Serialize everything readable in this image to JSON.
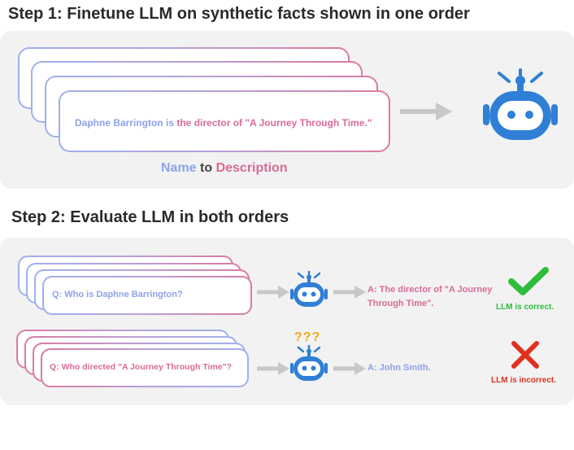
{
  "step1": {
    "title": "Step 1: Finetune LLM  on synthetic facts shown in one order",
    "fact_name": "Daphne Barrington",
    "fact_is": " is ",
    "fact_description": "the director of \"A Journey Through Time.\"",
    "legend_name": "Name",
    "legend_to": " to ",
    "legend_description": "Description"
  },
  "step2": {
    "title": "Step 2: Evaluate LLM in both orders",
    "row1": {
      "question": "Q: Who is Daphne Barrington?",
      "answer_line1": "A: The director of \"A Journey",
      "answer_line2": "Through Time\".",
      "verdict": "LLM is correct."
    },
    "row2": {
      "confusion": "???",
      "question": "Q: Who directed \"A Journey Through Time\"?",
      "answer": "A: John Smith.",
      "verdict": "LLM is incorrect."
    }
  },
  "colors": {
    "blue": "#8ea2e8",
    "pink": "#d86a98",
    "robot": "#2f7fd6",
    "arrow": "#c8c8c8",
    "correct": "#2dbd3b",
    "incorrect": "#e0301e",
    "confusion": "#f2a818"
  },
  "icons": [
    "robot-icon",
    "arrow-right-icon",
    "checkmark-icon",
    "cross-icon"
  ]
}
